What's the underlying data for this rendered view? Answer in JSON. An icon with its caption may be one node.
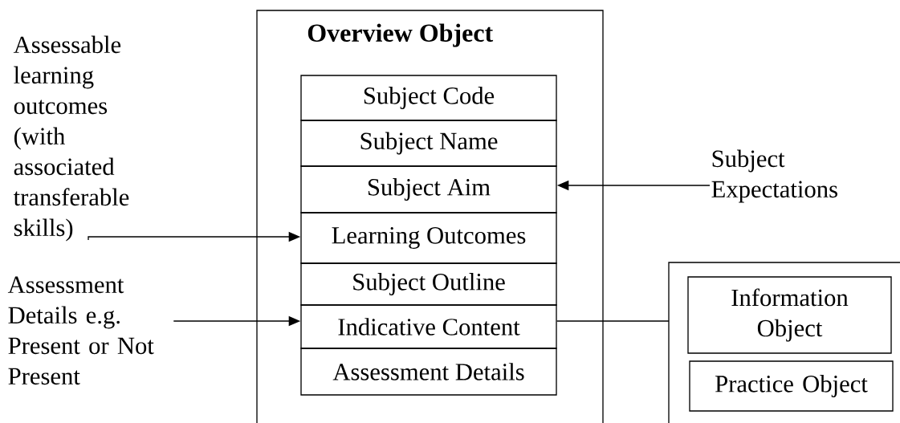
{
  "diagram": {
    "nodes": [
      {
        "text": [
          "Overview Object"
        ]
      },
      {
        "text": [
          "Subject Code"
        ],
        "in": 0
      },
      {
        "text": [
          "Subject Name"
        ],
        "in": 0
      },
      {
        "text": [
          "Subject Aim"
        ],
        "in": 0
      },
      {
        "text": [
          "Learning Outcomes"
        ],
        "in": 0
      },
      {
        "text": [
          "Subject Outline"
        ],
        "in": 0
      },
      {
        "text": [
          "Indicative Content"
        ],
        "in": 0
      },
      {
        "text": [
          "Assessment Details"
        ],
        "in": 0
      },
      {
        "text": [
          "Assessable learning outcomes (with associated transferable skills)"
        ]
      },
      {
        "text": [
          "Subject Expectations"
        ]
      },
      {
        "text": [
          "Assessment Details e.g. Present or Not Present"
        ]
      },
      {
        "text": [],
        "shape": "box"
      },
      {
        "text": [
          "Information Object"
        ],
        "in": 11
      },
      {
        "text": [
          "Practice Object"
        ],
        "in": 11
      }
    ],
    "edges": [
      {
        "from": 8,
        "to": 4,
        "arrow": "to"
      },
      {
        "from": 9,
        "to": 3,
        "arrow": "to"
      },
      {
        "from": 10,
        "to": 6,
        "arrow": "to"
      },
      {
        "from": 6,
        "to": 11,
        "arrow": "none"
      }
    ]
  }
}
